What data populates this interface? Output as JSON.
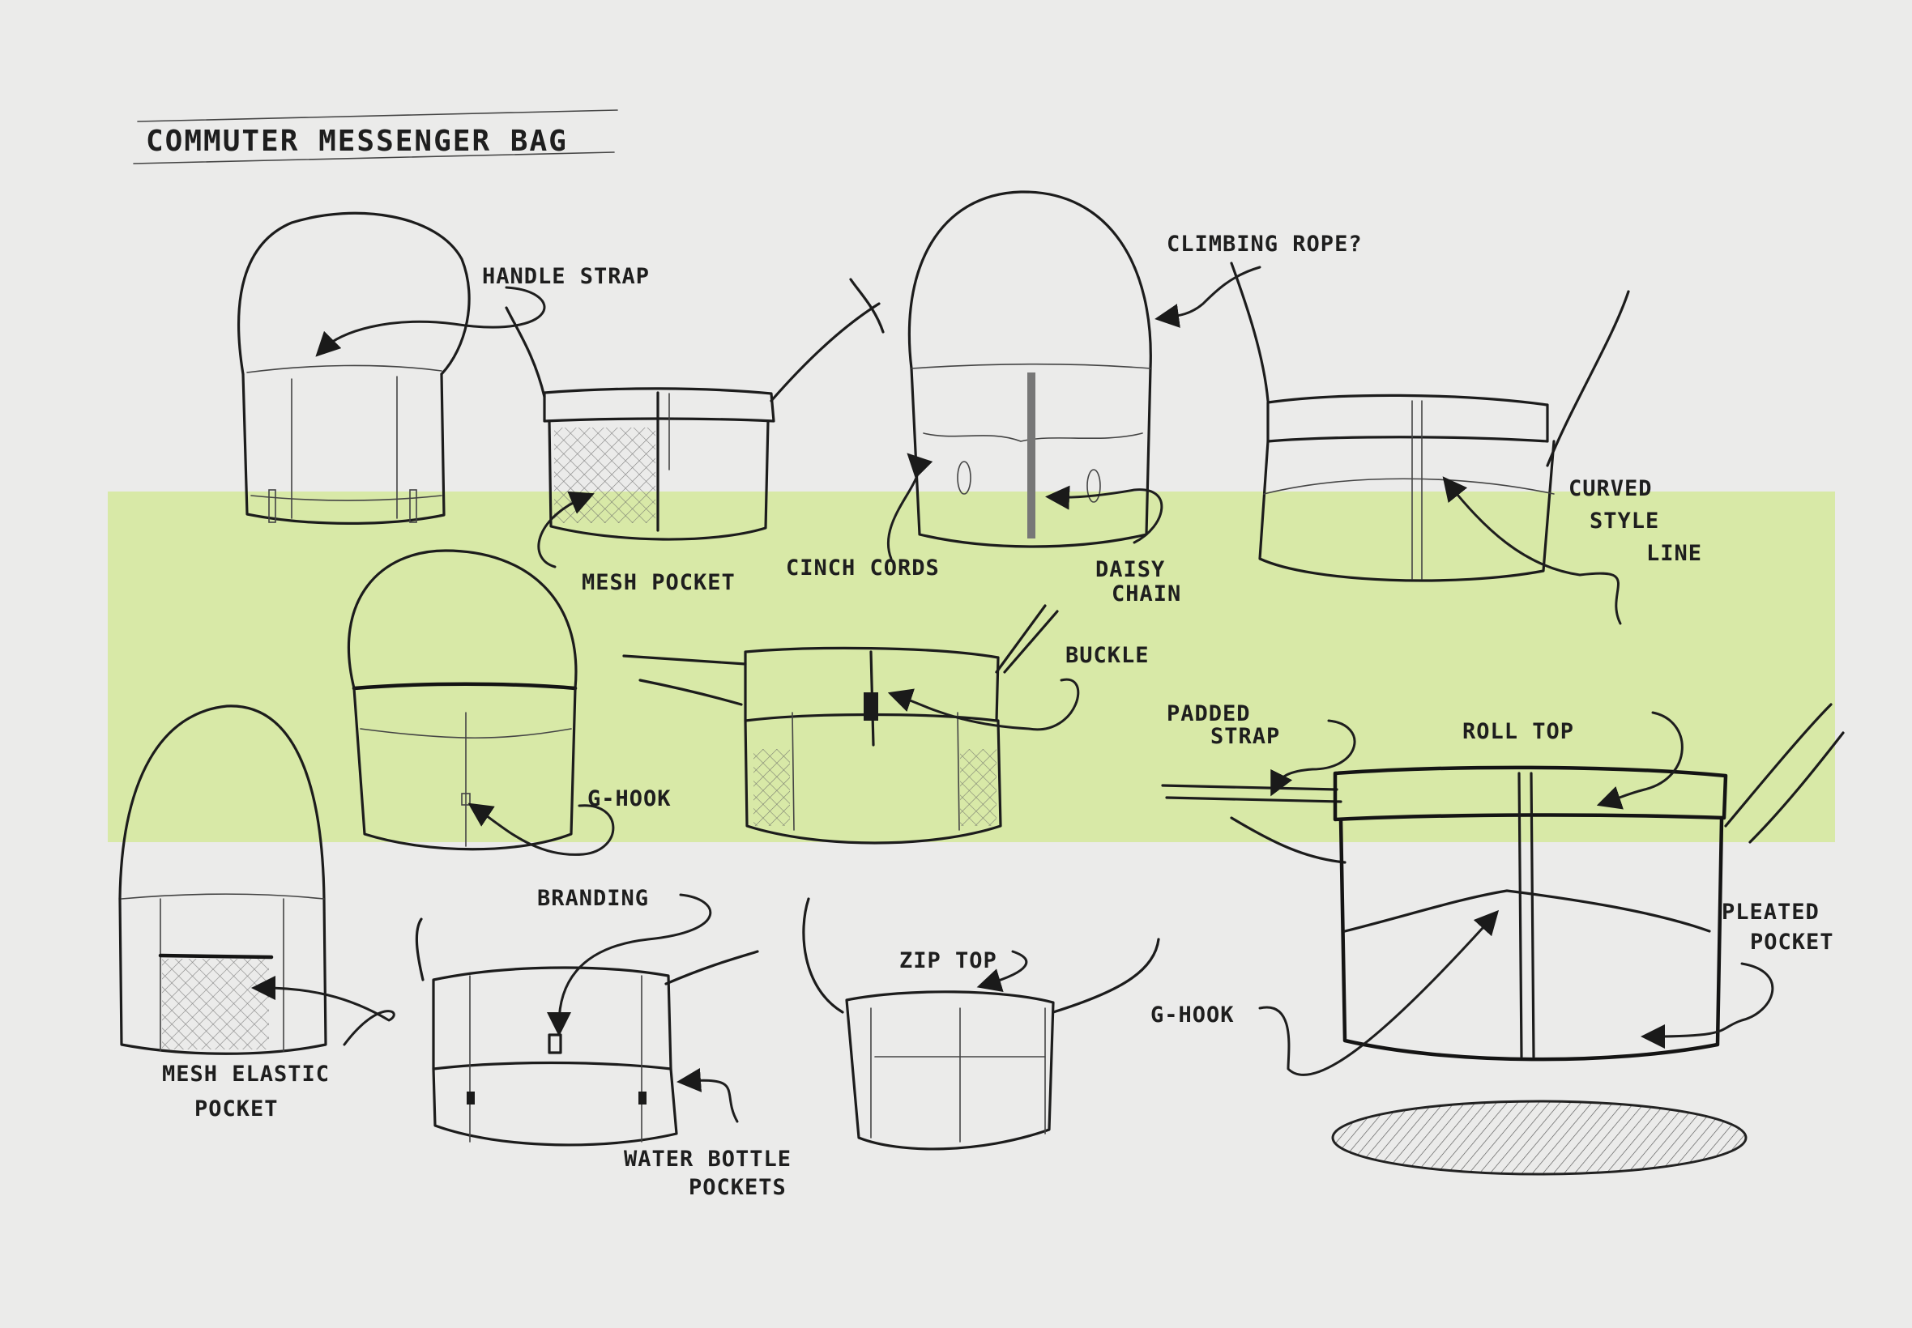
{
  "colors": {
    "paper": "#ebebea",
    "highlight_band": "#d6e9a0",
    "ink": "#1c1c1c"
  },
  "title": "COMMUTER MESSENGER BAG",
  "annotations": {
    "handle_strap": "HANDLE STRAP",
    "climbing_rope": "CLIMBING ROPE?",
    "mesh_pocket": "MESH POCKET",
    "cinch_cords": "CINCH CORDS",
    "daisy_chain_1": "DAISY",
    "daisy_chain_2": "CHAIN",
    "curved_1": "CURVED",
    "curved_2": "STYLE",
    "curved_3": "LINE",
    "buckle": "BUCKLE",
    "padded_1": "PADDED",
    "padded_2": "STRAP",
    "roll_top": "ROLL TOP",
    "g_hook_1": "G-HOOK",
    "branding": "BRANDING",
    "zip_top": "ZIP TOP",
    "pleated_1": "PLEATED",
    "pleated_2": "POCKET",
    "g_hook_2": "G-HOOK",
    "mesh_elastic_1": "MESH ELASTIC",
    "mesh_elastic_2": "POCKET",
    "water_bottle_1": "WATER BOTTLE",
    "water_bottle_2": "POCKETS"
  }
}
